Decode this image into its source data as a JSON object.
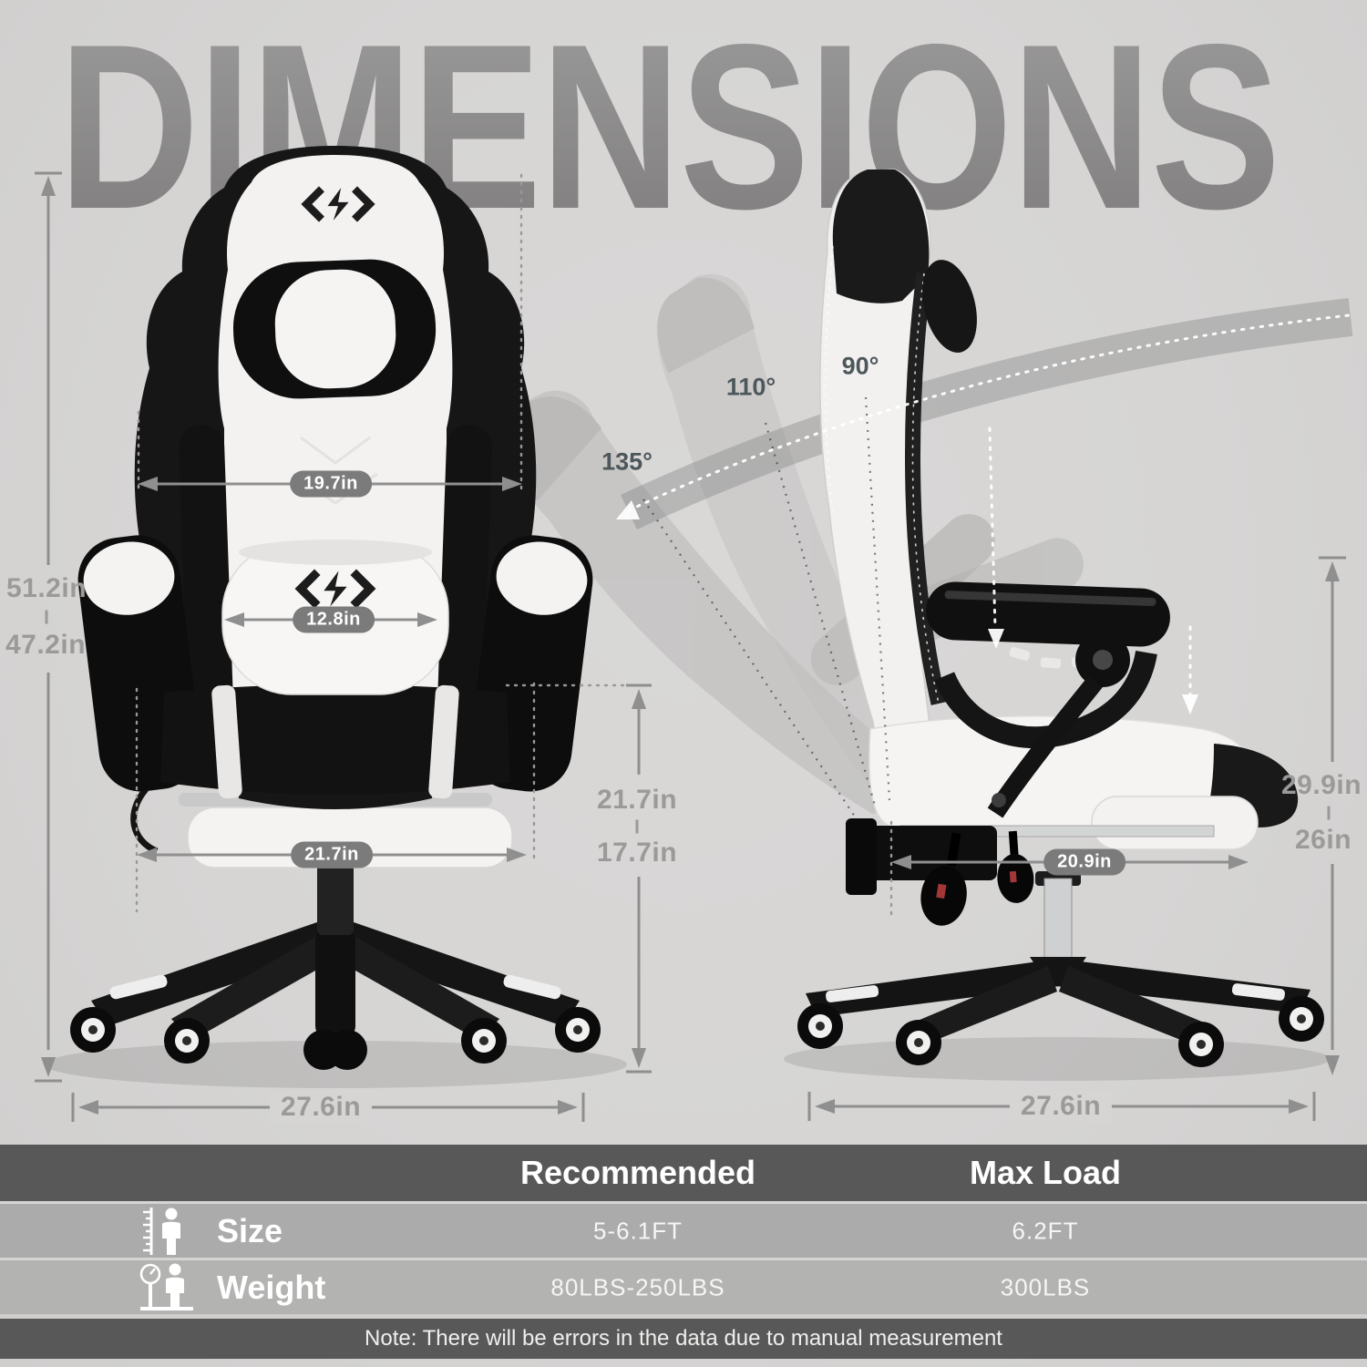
{
  "title": "DIMENSIONS",
  "front_view": {
    "back_width": "19.7in",
    "lumbar_width": "12.8in",
    "overall_height_max": "51.2in",
    "overall_height_min": "47.2in",
    "seat_width": "21.7in",
    "floor_to_seat_max": "21.7in",
    "floor_to_seat_min": "17.7in",
    "base_width": "27.6in"
  },
  "side_view": {
    "angle_135": "135°",
    "angle_110": "110°",
    "angle_90": "90°",
    "backrest_height_max": "29.9in",
    "backrest_height_min": "26in",
    "seat_depth": "20.9in",
    "base_width": "27.6in"
  },
  "table": {
    "col_recommended": "Recommended",
    "col_max_load": "Max Load",
    "rows": [
      {
        "label": "Size",
        "icon": "height-ruler-person-icon",
        "recommended": "5-6.1FT",
        "max_load": "6.2FT"
      },
      {
        "label": "Weight",
        "icon": "weight-scale-person-icon",
        "recommended": "80LBS-250LBS",
        "max_load": "300LBS"
      }
    ],
    "note": "Note: There will be errors in the data due to manual measurement"
  },
  "colors": {
    "background": "#d6d5d4",
    "title": "#8c8b8b",
    "dimension_text": "#9b9a99",
    "dimension_line": "#8f8f8f",
    "pill_background": "#7b7b7b",
    "angle_text": "#4d575b",
    "table_header_bg": "#585858",
    "table_row1_bg": "#ababab",
    "table_row2_bg": "#b3b3b2",
    "table_note_bg": "#585858",
    "chair_black": "#141414",
    "chair_white": "#f4f3f2"
  }
}
